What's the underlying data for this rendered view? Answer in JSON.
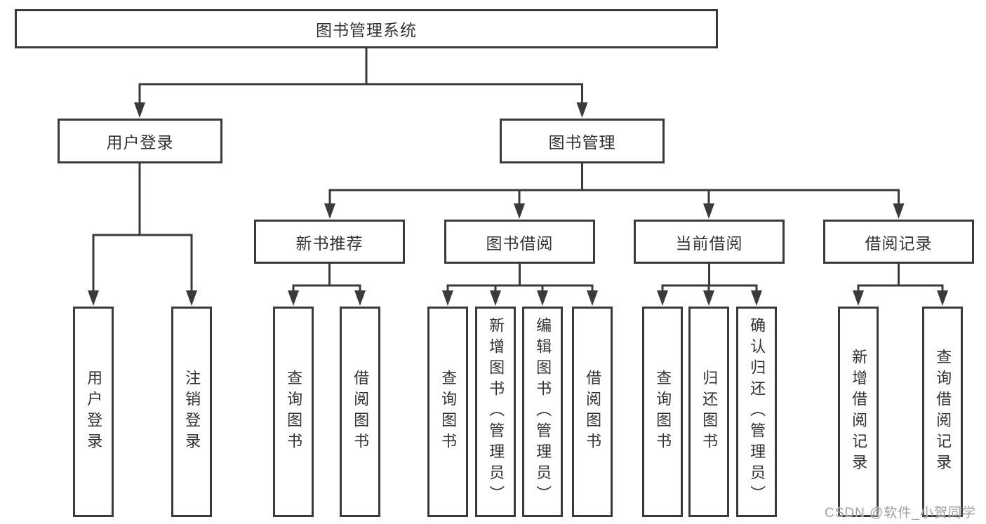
{
  "tree": {
    "label": "图书管理系统",
    "children": [
      {
        "label": "用户登录",
        "children": [
          {
            "label": "用户登录"
          },
          {
            "label": "注销登录"
          }
        ]
      },
      {
        "label": "图书管理",
        "children": [
          {
            "label": "新书推荐",
            "children": [
              {
                "label": "查询图书"
              },
              {
                "label": "借阅图书"
              }
            ]
          },
          {
            "label": "图书借阅",
            "children": [
              {
                "label": "查询图书"
              },
              {
                "label": "新增图书（管理员）"
              },
              {
                "label": "编辑图书（管理员）"
              },
              {
                "label": "借阅图书"
              }
            ]
          },
          {
            "label": "当前借阅",
            "children": [
              {
                "label": "查询图书"
              },
              {
                "label": "归还图书"
              },
              {
                "label": "确认归还（管理员）"
              }
            ]
          },
          {
            "label": "借阅记录",
            "children": [
              {
                "label": "新增借阅记录"
              },
              {
                "label": "查询借阅记录"
              }
            ]
          }
        ]
      }
    ]
  },
  "watermark": {
    "text": "CSDN @软件_小贺同学"
  },
  "colors": {
    "line": "#3a3a3a",
    "text": "#333333",
    "background": "#ffffff",
    "watermark": "#a0a0a0"
  }
}
